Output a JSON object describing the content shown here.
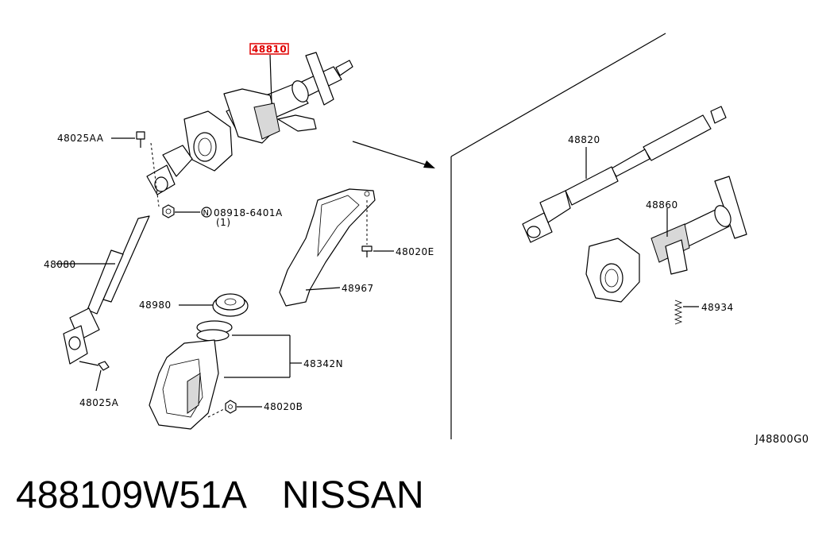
{
  "diagram_code": "J48800G0",
  "highlight": {
    "part": "48810",
    "color": "#e00000"
  },
  "parts": {
    "p48810": "48810",
    "p48025AA": "48025AA",
    "p08918": "08918-6401A",
    "p08918_qty": "(1)",
    "p08918_symbol": "N",
    "p48080": "48080",
    "p48020E": "48020E",
    "p48967": "48967",
    "p48980": "48980",
    "p48342N": "48342N",
    "p48025A": "48025A",
    "p48020B": "48020B",
    "p48820": "48820",
    "p48860": "48860",
    "p48934": "48934"
  },
  "footer": {
    "part_number": "488109W51A",
    "brand": "NISSAN"
  }
}
